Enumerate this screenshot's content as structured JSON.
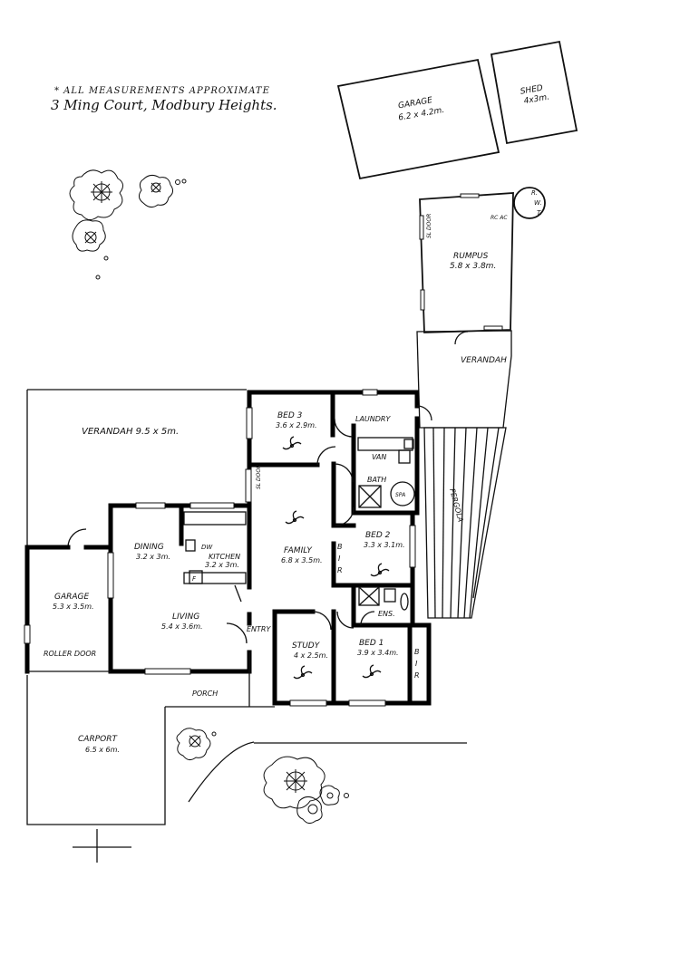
{
  "header": {
    "note": "* ALL MEASUREMENTS APPROXIMATE",
    "address": "3 Ming Court, Modbury Heights."
  },
  "rooms": {
    "garage_rear": {
      "name": "GARAGE",
      "dims": "6.2 x 4.2m."
    },
    "shed": {
      "name": "SHED",
      "dims": "4x3m."
    },
    "rwt": {
      "line1": "R.",
      "line2": "W.",
      "line3": "T."
    },
    "rumpus": {
      "name": "RUMPUS",
      "dims": "5.8 x 3.8m.",
      "door": "SL DOOR",
      "fixture": "RC AC"
    },
    "verandah_rear": {
      "name": "VERANDAH"
    },
    "verandah_main": {
      "name": "VERANDAH 9.5 x 5m."
    },
    "bed3": {
      "name": "BED 3",
      "dims": "3.6 x 2.9m."
    },
    "laundry": {
      "name": "LAUNDRY"
    },
    "van": {
      "name": "VAN"
    },
    "bath": {
      "name": "BATH",
      "spa": "SPA"
    },
    "pergola": {
      "name": "PERGOLA"
    },
    "sl_door": {
      "name": "SL DOOR"
    },
    "dining": {
      "name": "DINING",
      "dims": "3.2 x 3m."
    },
    "dw": {
      "name": "DW"
    },
    "kitchen": {
      "name": "KITCHEN",
      "dims": "3.2 x 3m."
    },
    "fridge": {
      "name": "F"
    },
    "family": {
      "name": "FAMILY",
      "dims": "6.8 x 3.5m."
    },
    "bir1": {
      "l1": "B",
      "l2": "I",
      "l3": "R"
    },
    "bed2": {
      "name": "BED 2",
      "dims": "3.3 x 3.1m."
    },
    "garage_front": {
      "name": "GARAGE",
      "dims": "5.3 x 3.5m.",
      "door": "ROLLER DOOR"
    },
    "living": {
      "name": "LIVING",
      "dims": "5.4 x 3.6m."
    },
    "entry": {
      "name": "ENTRY"
    },
    "ens": {
      "name": "ENS."
    },
    "study": {
      "name": "STUDY",
      "dims": "4 x 2.5m."
    },
    "bed1": {
      "name": "BED 1",
      "dims": "3.9 x 3.4m."
    },
    "bir2": {
      "l1": "B",
      "l2": "I",
      "l3": "R"
    },
    "porch": {
      "name": "PORCH"
    },
    "carport": {
      "name": "CARPORT",
      "dims": "6.5 x 6m."
    }
  }
}
